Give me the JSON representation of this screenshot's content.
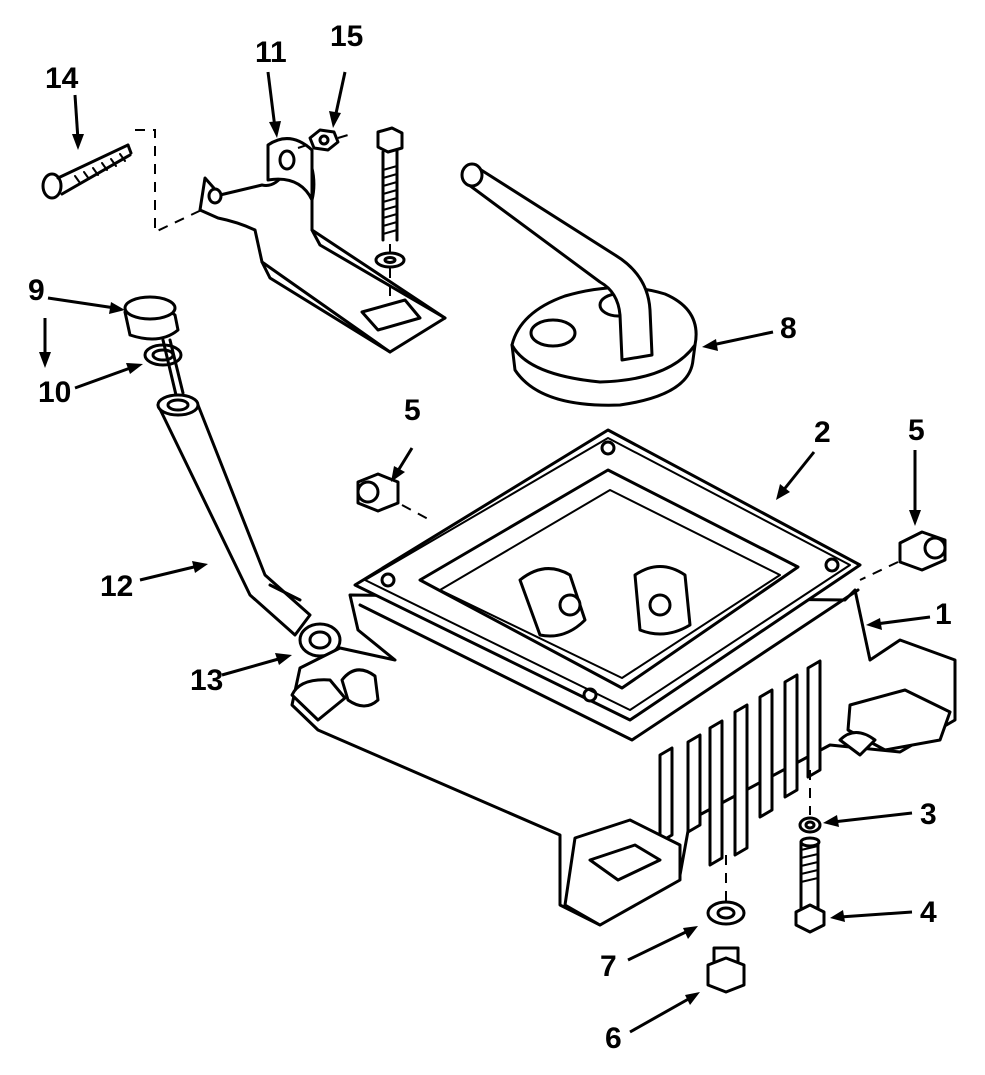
{
  "callouts": [
    {
      "id": "c1",
      "label": "1"
    },
    {
      "id": "c2",
      "label": "2"
    },
    {
      "id": "c3",
      "label": "3"
    },
    {
      "id": "c4",
      "label": "4"
    },
    {
      "id": "c5a",
      "label": "5"
    },
    {
      "id": "c5b",
      "label": "5"
    },
    {
      "id": "c6",
      "label": "6"
    },
    {
      "id": "c7",
      "label": "7"
    },
    {
      "id": "c8",
      "label": "8"
    },
    {
      "id": "c9",
      "label": "9"
    },
    {
      "id": "c10",
      "label": "10"
    },
    {
      "id": "c11",
      "label": "11"
    },
    {
      "id": "c12",
      "label": "12"
    },
    {
      "id": "c13",
      "label": "13"
    },
    {
      "id": "c14",
      "label": "14"
    },
    {
      "id": "c15",
      "label": "15"
    }
  ],
  "parts": [
    {
      "name": "oil-pan-housing-part"
    },
    {
      "name": "gasket-part"
    },
    {
      "name": "lock-washer-part"
    },
    {
      "name": "cap-screw-part"
    },
    {
      "name": "pipe-plug-part"
    },
    {
      "name": "drain-plug-part"
    },
    {
      "name": "drain-washer-part"
    },
    {
      "name": "oil-pickup-part"
    },
    {
      "name": "dipstick-knob-part"
    },
    {
      "name": "o-ring-part"
    },
    {
      "name": "mounting-bracket-part"
    },
    {
      "name": "dipstick-tube-part"
    },
    {
      "name": "grommet-part"
    },
    {
      "name": "carriage-bolt-part"
    },
    {
      "name": "hex-nut-part"
    }
  ],
  "colors": {
    "ink": "#000000",
    "paper": "#ffffff"
  }
}
